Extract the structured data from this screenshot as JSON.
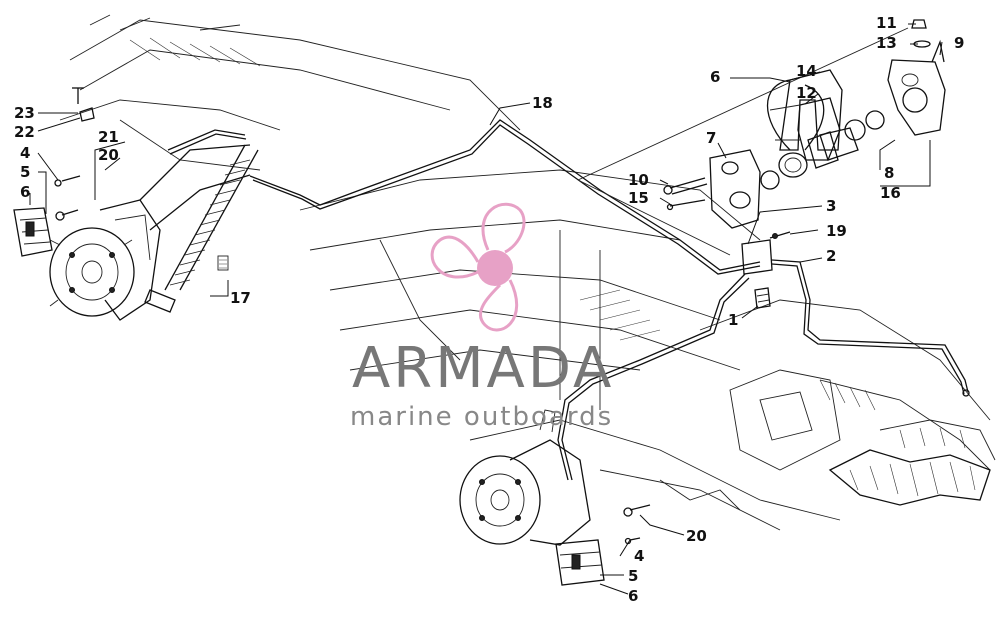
{
  "callouts": {
    "c1": "1",
    "c2": "2",
    "c3": "3",
    "c4a": "4",
    "c4b": "4",
    "c5a": "5",
    "c5b": "5",
    "c6a": "6",
    "c6b": "6",
    "c6c": "6",
    "c7": "7",
    "c8": "8",
    "c9": "9",
    "c10": "10",
    "c11": "11",
    "c12": "12",
    "c13": "13",
    "c14": "14",
    "c15": "15",
    "c16": "16",
    "c17": "17",
    "c18": "18",
    "c19": "19",
    "c20a": "20",
    "c20b": "20",
    "c21": "21",
    "c22": "22",
    "c23": "23"
  },
  "watermark": {
    "title": "ARMADA",
    "subtitle": "marine outboards",
    "logo_color": "#e7a1c6"
  }
}
